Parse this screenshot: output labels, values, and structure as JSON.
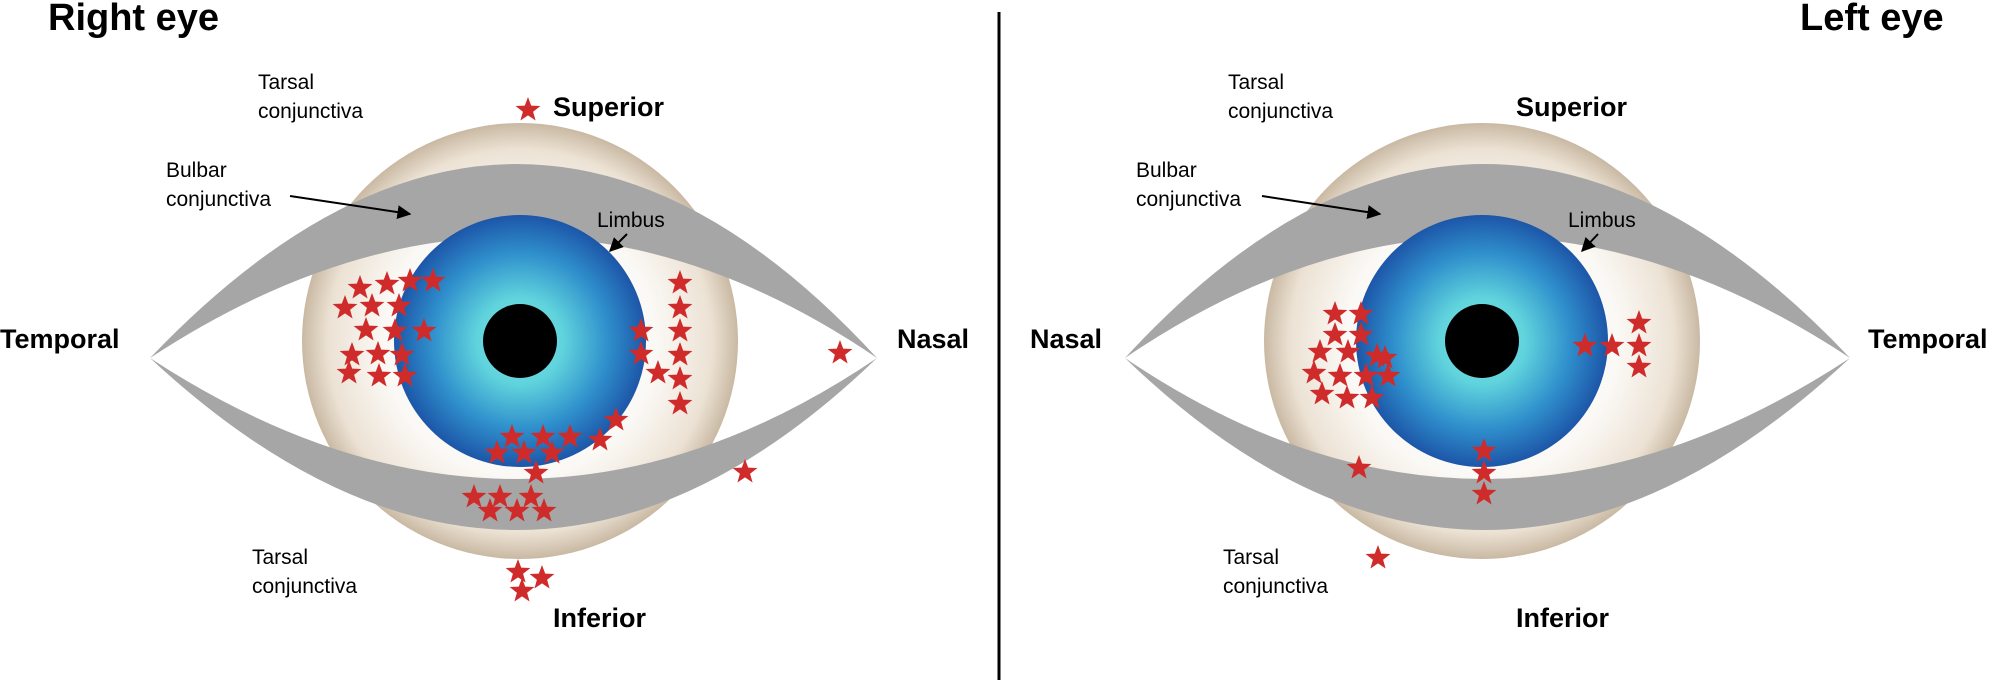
{
  "panels": {
    "right": {
      "title": "Right eye",
      "superior": "Superior",
      "inferior": "Inferior",
      "left_side": "Temporal",
      "right_side": "Nasal",
      "tarsal_upper": [
        "Tarsal",
        "conjunctiva"
      ],
      "tarsal_lower": [
        "Tarsal",
        "conjunctiva"
      ],
      "bulbar": [
        "Bulbar",
        "conjunctiva"
      ],
      "limbus": "Limbus"
    },
    "left": {
      "title": "Left eye",
      "superior": "Superior",
      "inferior": "Inferior",
      "left_side": "Nasal",
      "right_side": "Temporal",
      "tarsal_upper": [
        "Tarsal",
        "conjunctiva"
      ],
      "tarsal_lower": [
        "Tarsal",
        "conjunctiva"
      ],
      "bulbar": [
        "Bulbar",
        "conjunctiva"
      ],
      "limbus": "Limbus"
    }
  },
  "colors": {
    "lesion_star": "#d02b2b",
    "eyelid": "#a6a6a6",
    "iris_outer": "#1f5fae",
    "iris_inner": "#5fd4dc",
    "pupil": "#000000",
    "sclera": "#f2ece4"
  }
}
